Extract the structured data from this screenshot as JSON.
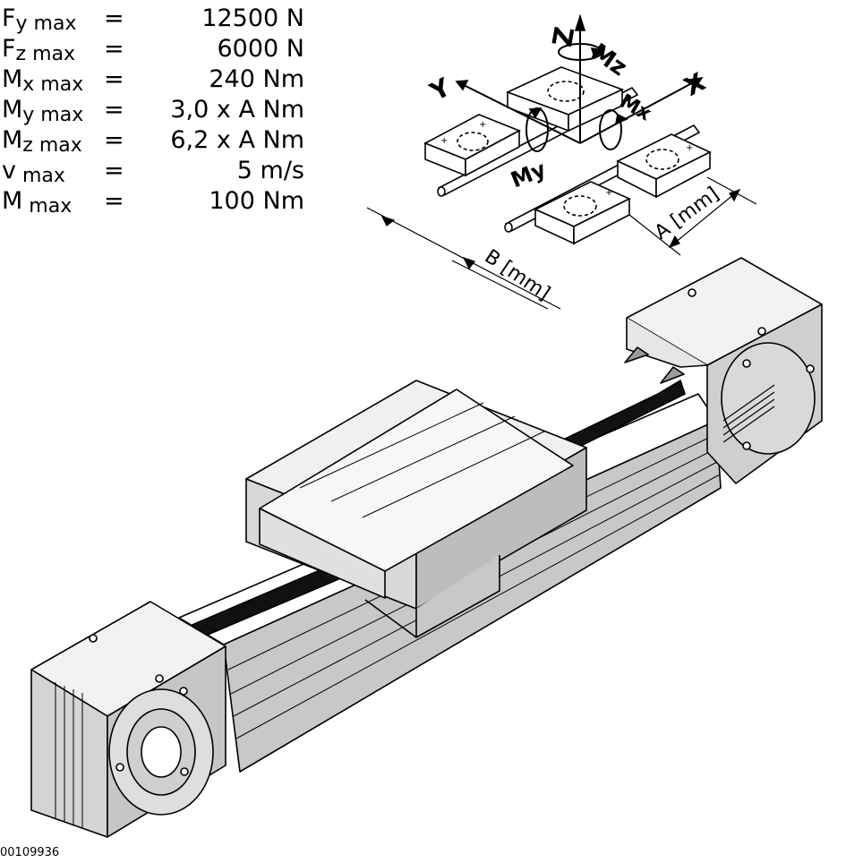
{
  "specs": [
    {
      "symbol": "F",
      "sub": "y max",
      "eq": "=",
      "value": "12500 N"
    },
    {
      "symbol": "F",
      "sub": "z max",
      "eq": "=",
      "value": "6000 N"
    },
    {
      "symbol": "M",
      "sub": "x max",
      "eq": "=",
      "value": "240 Nm"
    },
    {
      "symbol": "M",
      "sub": "y max",
      "eq": "=",
      "value": "3,0 x A Nm"
    },
    {
      "symbol": "M",
      "sub": "z max",
      "eq": "=",
      "value": "6,2 x A Nm"
    },
    {
      "symbol": "v",
      "sub": " max",
      "eq": "=",
      "value": "5 m/s"
    },
    {
      "symbol": "M",
      "sub": " max",
      "eq": "=",
      "value": "100 Nm"
    }
  ],
  "axes": {
    "z": "Z",
    "y": "Y",
    "x": "X",
    "mz": "Mz",
    "my": "My",
    "mx": "Mx"
  },
  "dimensions": {
    "a": "A [mm]",
    "b": "B [mm]"
  },
  "doc_number": "00109936"
}
